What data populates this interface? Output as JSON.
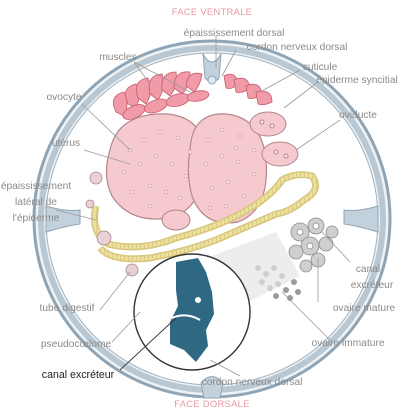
{
  "orientation": {
    "top": "FACE VENTRALE",
    "bottom": "FACE DORSALE"
  },
  "labels": {
    "epaississement_dorsal": "épaississement dorsal",
    "cordon_nerveux_dorsal_top": "cordon nerveux dorsal",
    "muscles": "muscles",
    "cuticule": "cuticule",
    "epiderme_syncitial": "épiderme syncitial",
    "ovocyte": "ovocyte",
    "oviducte": "oviducte",
    "uterus": "utérus",
    "epaississement_lateral": [
      "épaississement",
      "latéral de",
      "l'épiderme"
    ],
    "canal_excreteur_right": [
      "canal",
      "excréteur"
    ],
    "tube_digestif": "tube digestif",
    "ovaire_mature": "ovaire mature",
    "pseudocoelome": "pseudocœlome",
    "ovaire_immature": "ovaire immature",
    "canal_excreteur_inset": "canal excréteur",
    "cordon_nerveux_dorsal_bottom": "cordon nerveux dorsal"
  },
  "colors": {
    "cuticle": "#8fa5b6",
    "pseudocoelome_fill": "#ffffff",
    "uterus_fill": "#f6c9cf",
    "uterus_stroke": "#b3878b",
    "muscle_fill": "#f19aa8",
    "intestine": "#e6d58c",
    "excretory_canal": "#2e6882",
    "ovary": "#9a9a9a",
    "label": "#8a8a8a",
    "face_label": "#e89aa2"
  }
}
